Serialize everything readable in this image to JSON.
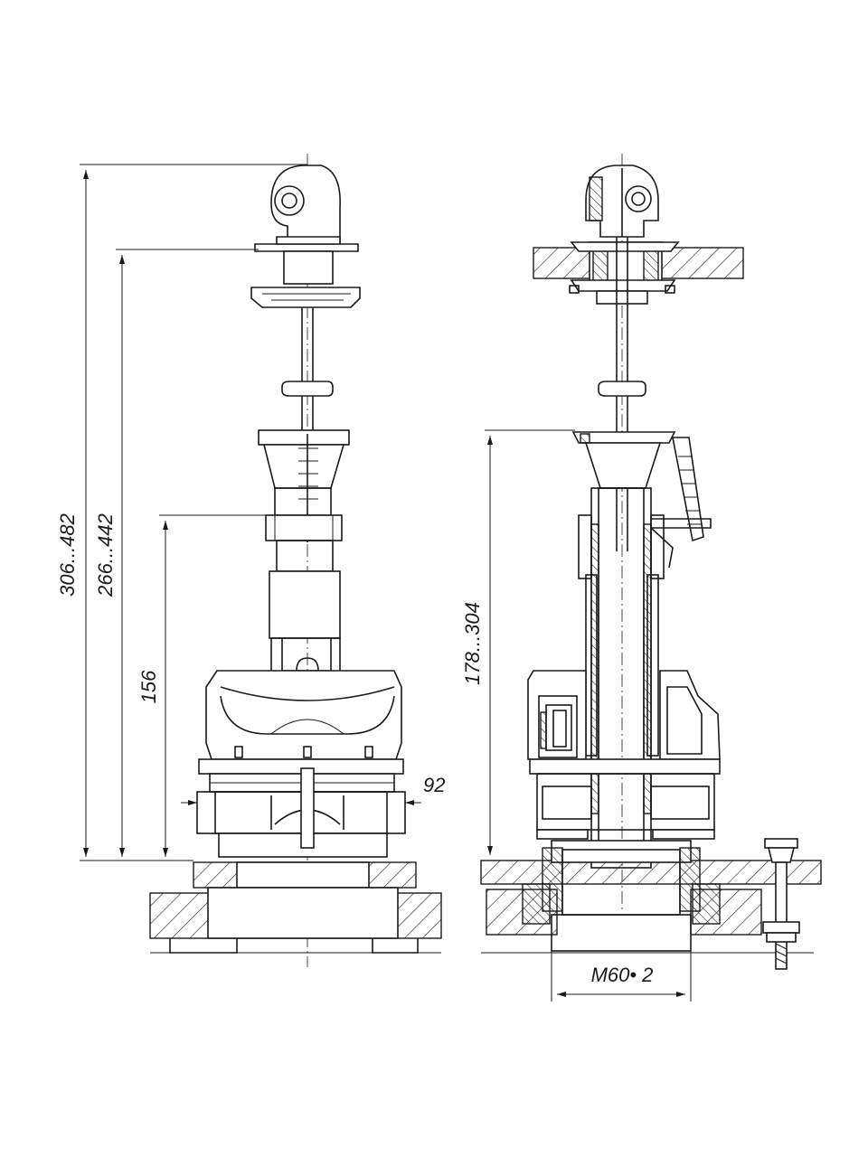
{
  "dimensions": {
    "d306": "306...482",
    "d266": "266...442",
    "d156": "156",
    "d92": "92",
    "d178": "178...304",
    "thread": "M60• 2"
  }
}
